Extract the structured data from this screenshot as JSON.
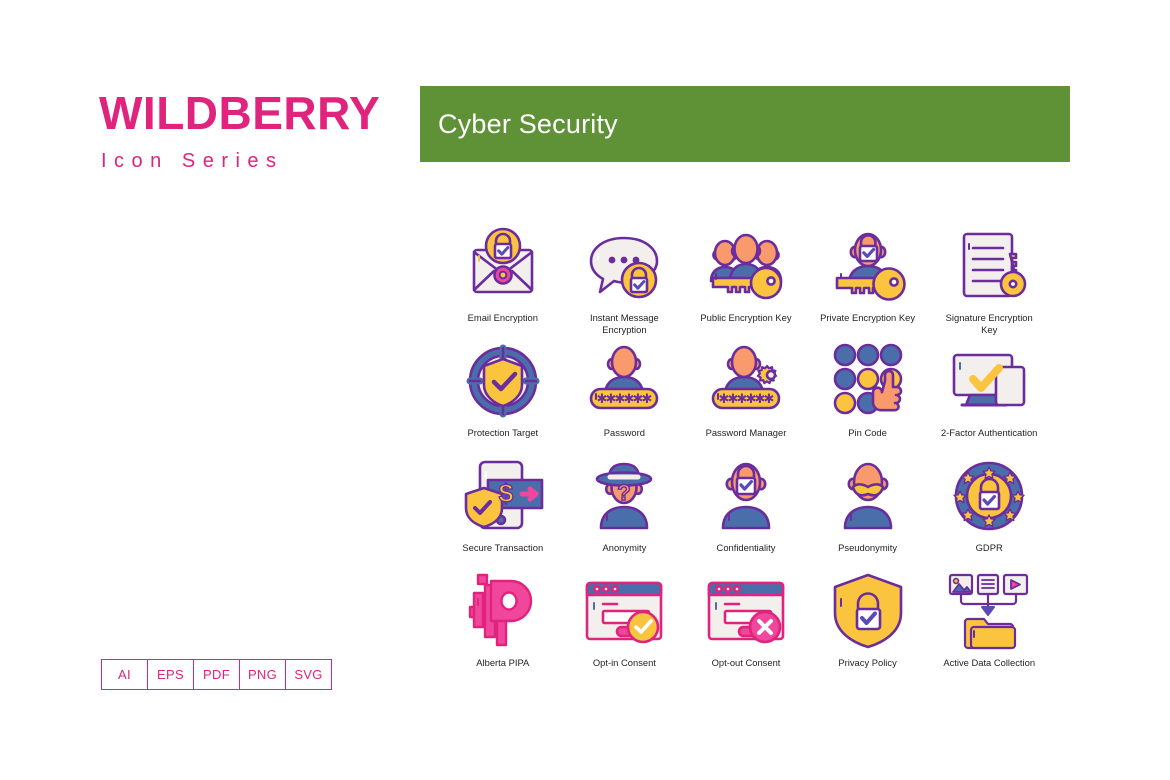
{
  "brand": {
    "title": "WILDBERRY",
    "subtitle": "Icon Series",
    "color": "#e0237c"
  },
  "banner": {
    "title": "Cyber Security",
    "background": "#5f9237",
    "text_color": "#ffffff"
  },
  "formats": [
    {
      "label": "AI"
    },
    {
      "label": "EPS"
    },
    {
      "label": "PDF"
    },
    {
      "label": "PNG"
    },
    {
      "label": "SVG"
    }
  ],
  "palette": {
    "outline": "#6b2d9e",
    "yellow": "#f9c council",
    "yellow_fill": "#fbc43f",
    "orange_skin": "#f99a6c",
    "blue": "#4a6ea9",
    "blue_dark": "#3f5f96",
    "pink": "#f0469b",
    "pink_dark": "#e0237c",
    "paper": "#f2efed",
    "white": "#ffffff"
  },
  "icons": [
    {
      "id": "email-encryption",
      "label": "Email Encryption"
    },
    {
      "id": "instant-message-encryption",
      "label": "Instant Message Encryption"
    },
    {
      "id": "public-encryption-key",
      "label": "Public Encryption Key"
    },
    {
      "id": "private-encryption-key",
      "label": "Private Encryption Key"
    },
    {
      "id": "signature-encryption-key",
      "label": "Signature Encryption Key"
    },
    {
      "id": "protection-target",
      "label": "Protection Target"
    },
    {
      "id": "password",
      "label": "Password"
    },
    {
      "id": "password-manager",
      "label": "Password Manager"
    },
    {
      "id": "pin-code",
      "label": "Pin Code"
    },
    {
      "id": "two-factor-authentication",
      "label": "2-Factor Authentication"
    },
    {
      "id": "secure-transaction",
      "label": "Secure Transaction"
    },
    {
      "id": "anonymity",
      "label": "Anonymity"
    },
    {
      "id": "confidentiality",
      "label": "Confidentiality"
    },
    {
      "id": "pseudonymity",
      "label": "Pseudonymity"
    },
    {
      "id": "gdpr",
      "label": "GDPR"
    },
    {
      "id": "alberta-pipa",
      "label": "Alberta PIPA"
    },
    {
      "id": "opt-in-consent",
      "label": "Opt-in Consent"
    },
    {
      "id": "opt-out-consent",
      "label": "Opt-out Consent"
    },
    {
      "id": "privacy-policy",
      "label": "Privacy Policy"
    },
    {
      "id": "active-data-collection",
      "label": "Active Data Collection"
    }
  ]
}
